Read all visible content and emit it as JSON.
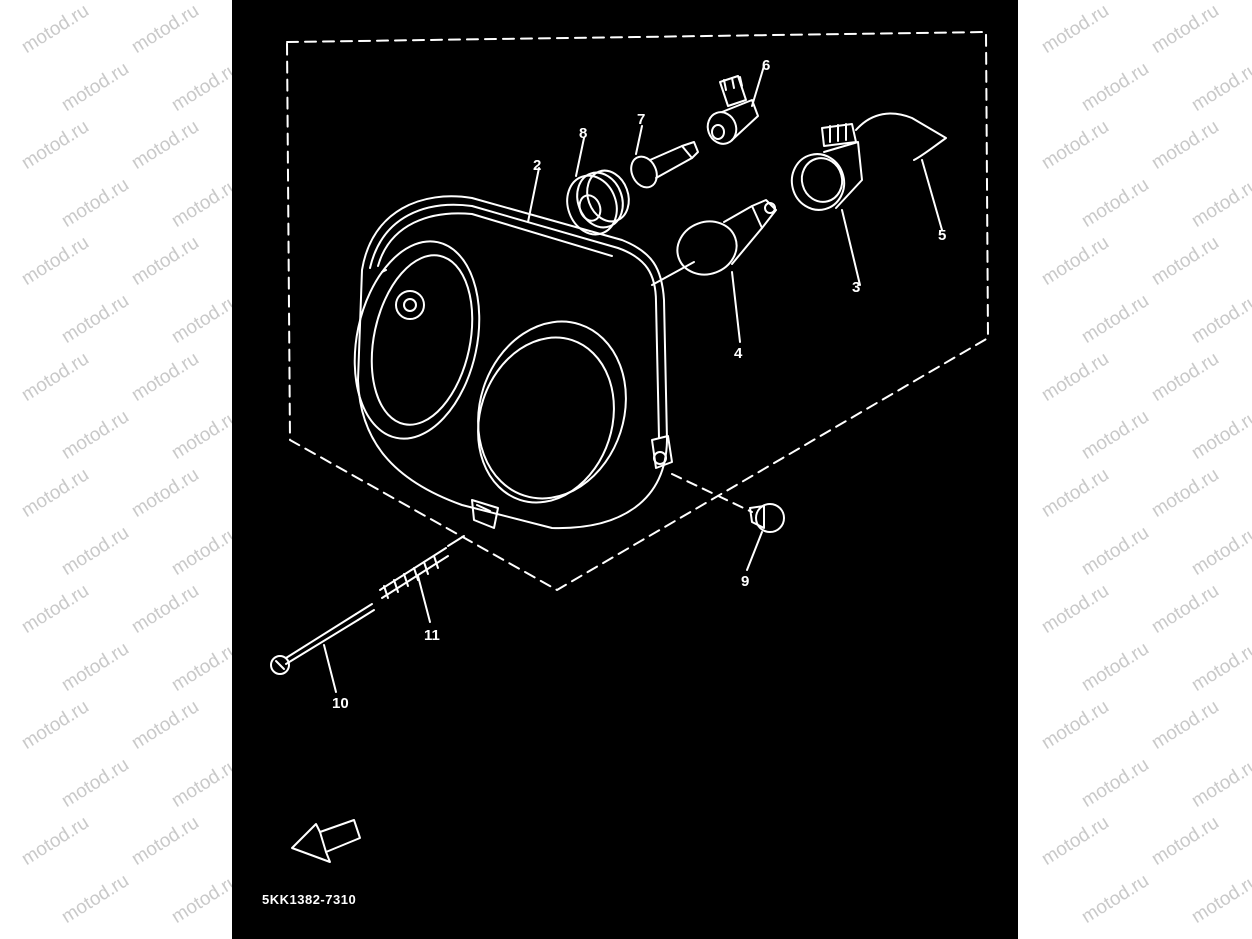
{
  "watermark": {
    "text": "motod.ru"
  },
  "diagram": {
    "labels": {
      "l2": "2",
      "l3": "3",
      "l4": "4",
      "l5": "5",
      "l6": "6",
      "l7": "7",
      "l8": "8",
      "l9": "9",
      "l10": "10",
      "l11": "11"
    },
    "code": "5KK1382-7310"
  },
  "colors": {
    "panel": "#000000",
    "linework": "#ffffff",
    "watermark": "#c9c9c9"
  }
}
